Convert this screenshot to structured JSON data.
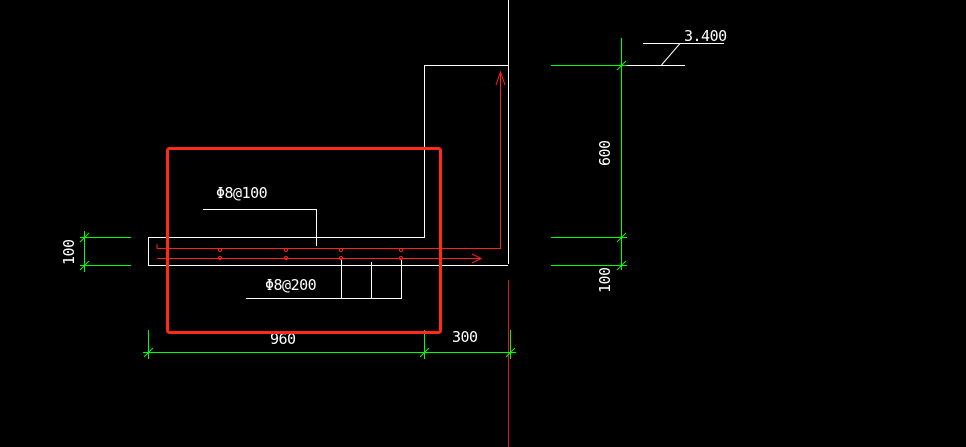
{
  "drawing": {
    "elevation_label": "3.400",
    "rebar_top_label": "Φ8@100",
    "rebar_bottom_label": "Φ8@200",
    "dim_horizontal_left": "960",
    "dim_horizontal_right": "300",
    "dim_vertical_left": "100",
    "dim_vertical_right_upper": "600",
    "dim_vertical_right_lower": "100"
  },
  "colors": {
    "background": "#000000",
    "outline": "#ffffff",
    "dimension": "#00ff00",
    "rebar": "#ff2020",
    "highlight_box": "#ff2a1a"
  }
}
